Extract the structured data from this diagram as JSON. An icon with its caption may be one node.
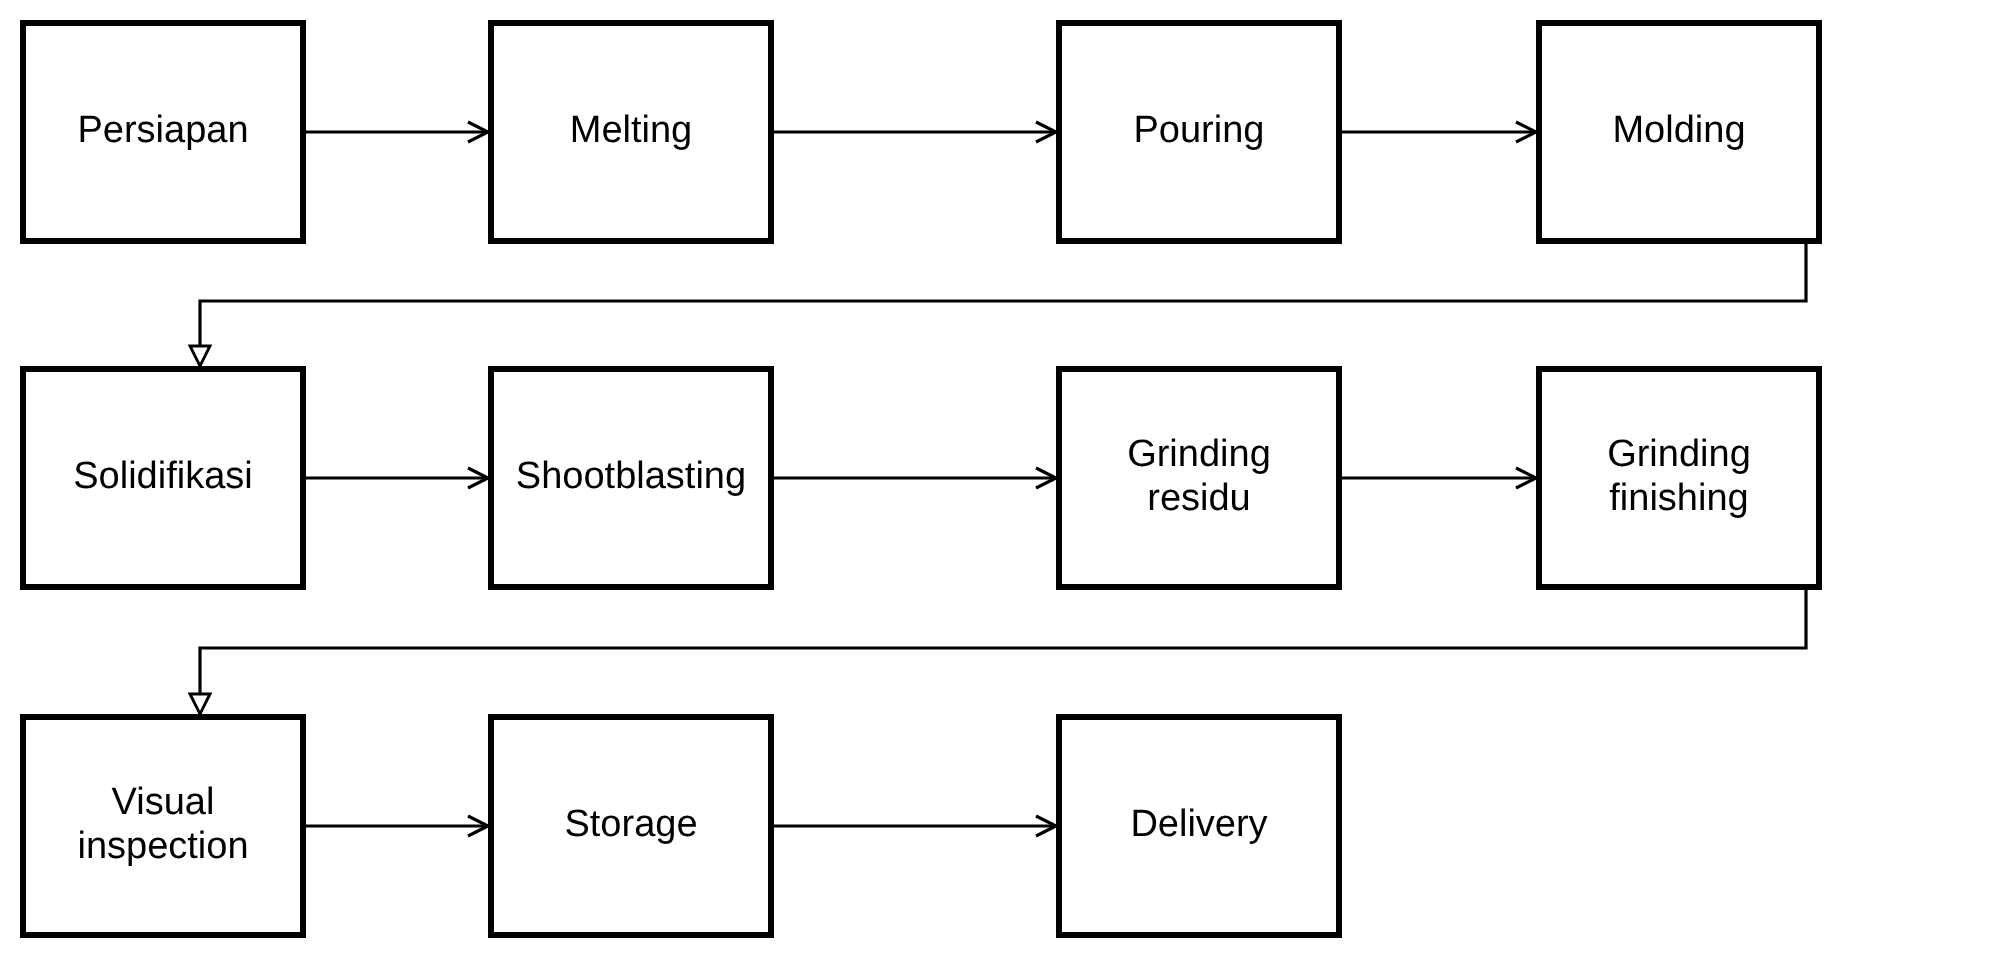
{
  "diagram": {
    "nodes": [
      {
        "text": [
          "Persiapan"
        ]
      },
      {
        "text": [
          "Melting"
        ]
      },
      {
        "text": [
          "Pouring"
        ]
      },
      {
        "text": [
          "Molding"
        ]
      },
      {
        "text": [
          "Solidifikasi"
        ]
      },
      {
        "text": [
          "Shootblasting"
        ]
      },
      {
        "text": [
          "Grinding residu"
        ]
      },
      {
        "text": [
          "Grinding finishing"
        ]
      },
      {
        "text": [
          "Visual inspection"
        ]
      },
      {
        "text": [
          "Storage"
        ]
      },
      {
        "text": [
          "Delivery"
        ]
      }
    ],
    "edges": [
      {
        "from": 0,
        "to": 1,
        "arrow": "to"
      },
      {
        "from": 1,
        "to": 2,
        "arrow": "to"
      },
      {
        "from": 2,
        "to": 3,
        "arrow": "to"
      },
      {
        "from": 3,
        "to": 4,
        "arrow": "to"
      },
      {
        "from": 4,
        "to": 5,
        "arrow": "to"
      },
      {
        "from": 5,
        "to": 6,
        "arrow": "to"
      },
      {
        "from": 6,
        "to": 7,
        "arrow": "to"
      },
      {
        "from": 7,
        "to": 8,
        "arrow": "to"
      },
      {
        "from": 8,
        "to": 9,
        "arrow": "to"
      },
      {
        "from": 9,
        "to": 10,
        "arrow": "to"
      }
    ]
  }
}
